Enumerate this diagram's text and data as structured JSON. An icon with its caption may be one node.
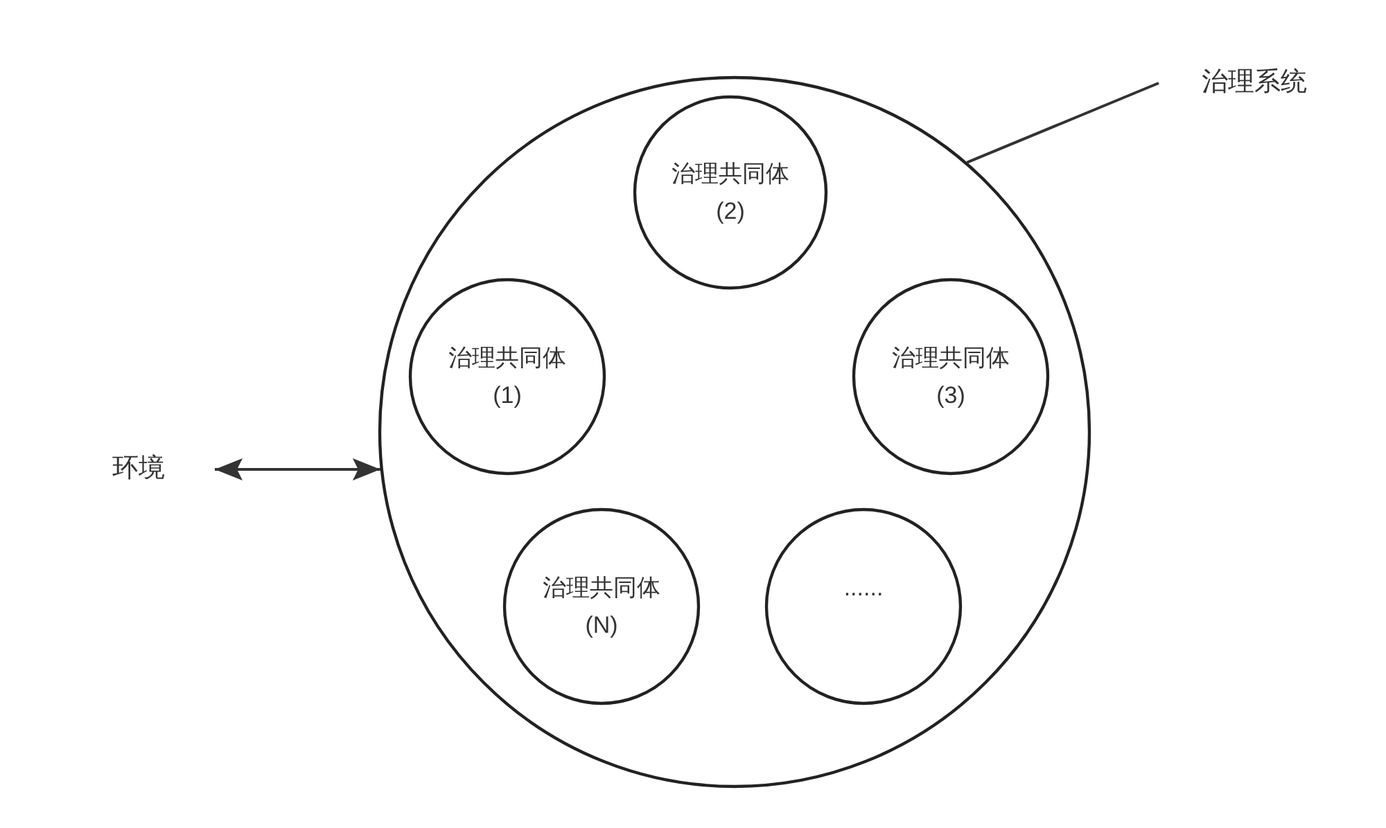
{
  "diagram": {
    "nodes": [
      {
        "text": [],
        "shape": "circle"
      },
      {
        "text": [
          "治理共同体 (2)"
        ],
        "in": 0
      },
      {
        "text": [
          "治理共同体 (1)"
        ],
        "in": 0
      },
      {
        "text": [
          "治理共同体 (3)"
        ],
        "in": 0
      },
      {
        "text": [
          "治理共同体 (N)"
        ],
        "in": 0
      },
      {
        "text": [
          "......"
        ],
        "in": 0
      },
      {
        "text": [
          "治理系统"
        ]
      },
      {
        "text": [
          "环境"
        ]
      }
    ],
    "edges": [
      {
        "from": 6,
        "to": 0,
        "arrow": "none"
      },
      {
        "from": 7,
        "to": 0,
        "arrow": "both"
      }
    ]
  }
}
